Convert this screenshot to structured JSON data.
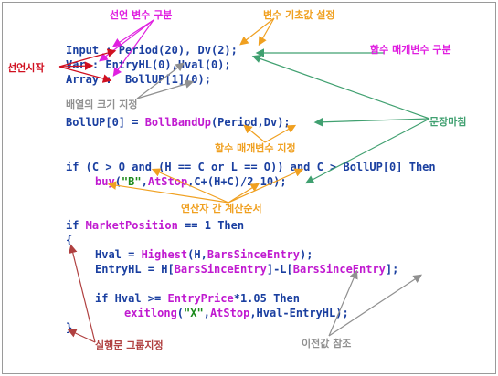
{
  "code": {
    "l1": {
      "kw": "Input",
      "rest_a": " : Period(",
      "n1": "20",
      "rest_b": "), Dv(",
      "n2": "2",
      "rest_c": ");"
    },
    "l2": {
      "kw": "Var",
      "rest": " : EntryHL(0),Hval(0);"
    },
    "l3": {
      "kw": "Array",
      "rest": " :  BollUP[1](0);"
    },
    "l4": {
      "a": "BollUP[0] = ",
      "fn": "BollBandUp",
      "b": "(Period,Dv);"
    },
    "l5": {
      "kw1": "if",
      "a": " (C > O ",
      "kw2": "and",
      "b": " (H == C ",
      "kw3": "or",
      "c": " L == O)) ",
      "kw4": "and",
      "d": " C > BollUP[0] ",
      "kw5": "Then"
    },
    "l6": {
      "fn": "buy",
      "a": "(",
      "s": "\"B\"",
      "b": ",",
      "fn2": "AtStop",
      "c": ",C+(H+C)/2,10);"
    },
    "l7": {
      "kw1": "if",
      "fn": " MarketPosition",
      "a": " == ",
      "n": "1",
      "kw2": " Then"
    },
    "l8": {
      "a": "{"
    },
    "l9": {
      "a": "Hval = ",
      "fn": "Highest",
      "b": "(H,",
      "fn2": "BarsSinceEntry",
      "c": ");"
    },
    "l10": {
      "a": "EntryHL = H[",
      "fn": "BarsSinceEntry",
      "b": "]-L[",
      "fn2": "BarsSinceEntry",
      "c": "];"
    },
    "l11": {
      "kw1": "if",
      "a": " Hval >= ",
      "fn": "EntryPrice",
      "b": "*1.05 ",
      "kw2": "Then"
    },
    "l12": {
      "fn": "exitlong",
      "a": "(",
      "s": "\"X\"",
      "b": ",",
      "fn2": "AtStop",
      "c": ",Hval-EntryHL);"
    },
    "l13": {
      "a": "}"
    }
  },
  "labels": {
    "declare_types": "선언 변수 구분",
    "var_init": "변수 기초값 설정",
    "declare_start": "선언시작",
    "func_params": "함수 매개변수 구분",
    "array_size": "배열의 크기 지정",
    "statement_end": "문장마침",
    "func_param_spec": "함수 매개변수 지정",
    "op_order": "연산자 간 계산순서",
    "block": "실행문 그룹지정",
    "prev_value": "이전값 참조"
  },
  "colors": {
    "keyword": "#1a3fa0",
    "function": "#c01ad0",
    "string": "#1a8a1a",
    "magenta": "#e020e0",
    "orange": "#f0a020",
    "red": "#d01020",
    "gray": "#909090",
    "green": "#40a070",
    "maroon": "#b04040"
  }
}
